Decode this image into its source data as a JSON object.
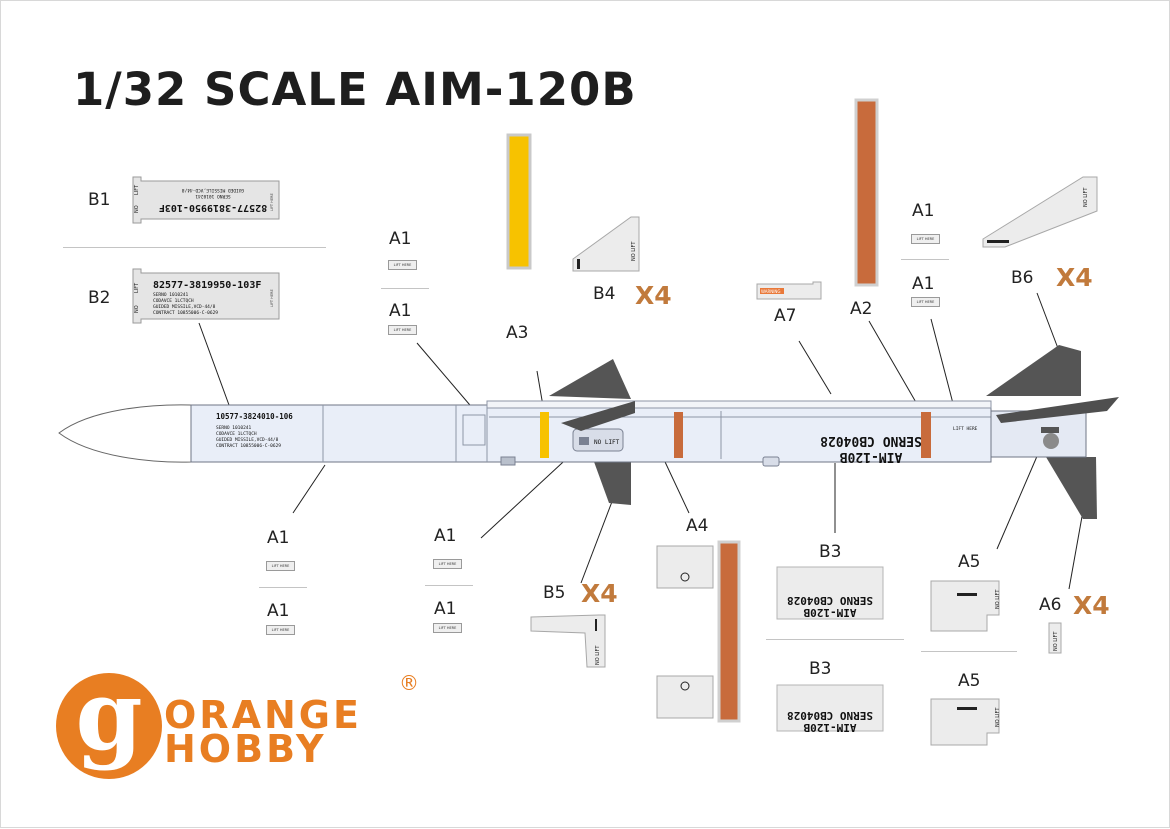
{
  "title": "1/32 SCALE AIM-120B",
  "labels": {
    "b1": "B1",
    "b2": "B2",
    "a1": "A1",
    "a2": "A2",
    "a3": "A3",
    "a4": "A4",
    "a5": "A5",
    "a6": "A6",
    "a7": "A7",
    "b3": "B3",
    "b4": "B4",
    "b5": "B5",
    "b6": "B6",
    "x4": "X4"
  },
  "decal_text": {
    "lift_here": "LIFT HERE",
    "no_lift": "NO LIFT",
    "lift": "LIFT",
    "no": "NO",
    "warning": "WARNING",
    "part_no": "82577-3819950-103F",
    "serno_small": "SERNO 1010241",
    "cod_line": "CODAVCE 1LCTQCH",
    "guided_missile": "GUIDED MISSILE,VCD-44/8",
    "contract": "CONTRACT 10855006-C-0629",
    "body_part": "10577-3824010-106",
    "missile_name": "AIM-120B",
    "serno_big": "SERNO CB04028"
  },
  "logo": {
    "line1": "ORANGE",
    "line2": "HOBBY",
    "mark": "g",
    "registered": "®"
  },
  "colors": {
    "orange_brand": "#e87e22",
    "x4_accent": "#c17a3c",
    "band_yellow": "#f7c200",
    "band_rust": "#c86b3c",
    "missile_body": "#e9eef8",
    "fin_grey": "#555555"
  }
}
